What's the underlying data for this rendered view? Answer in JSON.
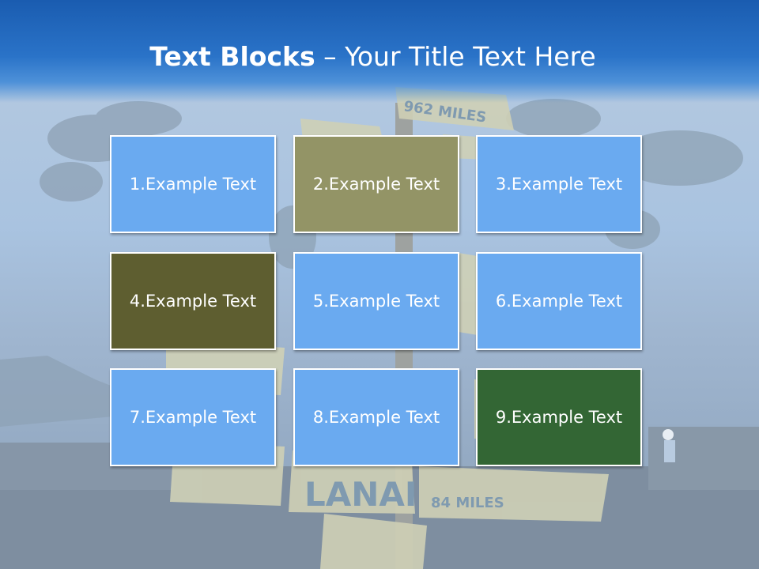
{
  "slide": {
    "title_bold": "Text Blocks",
    "title_dash": " – ",
    "title_rest": "Your Title Text Here"
  },
  "blocks": [
    {
      "label": "1.Example Text",
      "color": "#6aaaf0"
    },
    {
      "label": "2.Example Text",
      "color": "#939466"
    },
    {
      "label": "3.Example Text",
      "color": "#6aaaf0"
    },
    {
      "label": "4.Example Text",
      "color": "#5e5e30"
    },
    {
      "label": "5.Example Text",
      "color": "#6aaaf0"
    },
    {
      "label": "6.Example Text",
      "color": "#6aaaf0"
    },
    {
      "label": "7.Example Text",
      "color": "#6aaaf0"
    },
    {
      "label": "8.Example Text",
      "color": "#6aaaf0"
    },
    {
      "label": "9.Example Text",
      "color": "#336634"
    }
  ],
  "background": {
    "description_icon": "signpost-photo",
    "sign_text_1": "LANAI",
    "sign_text_2": "84 MILES",
    "sign_text_3": "962 MILES"
  }
}
